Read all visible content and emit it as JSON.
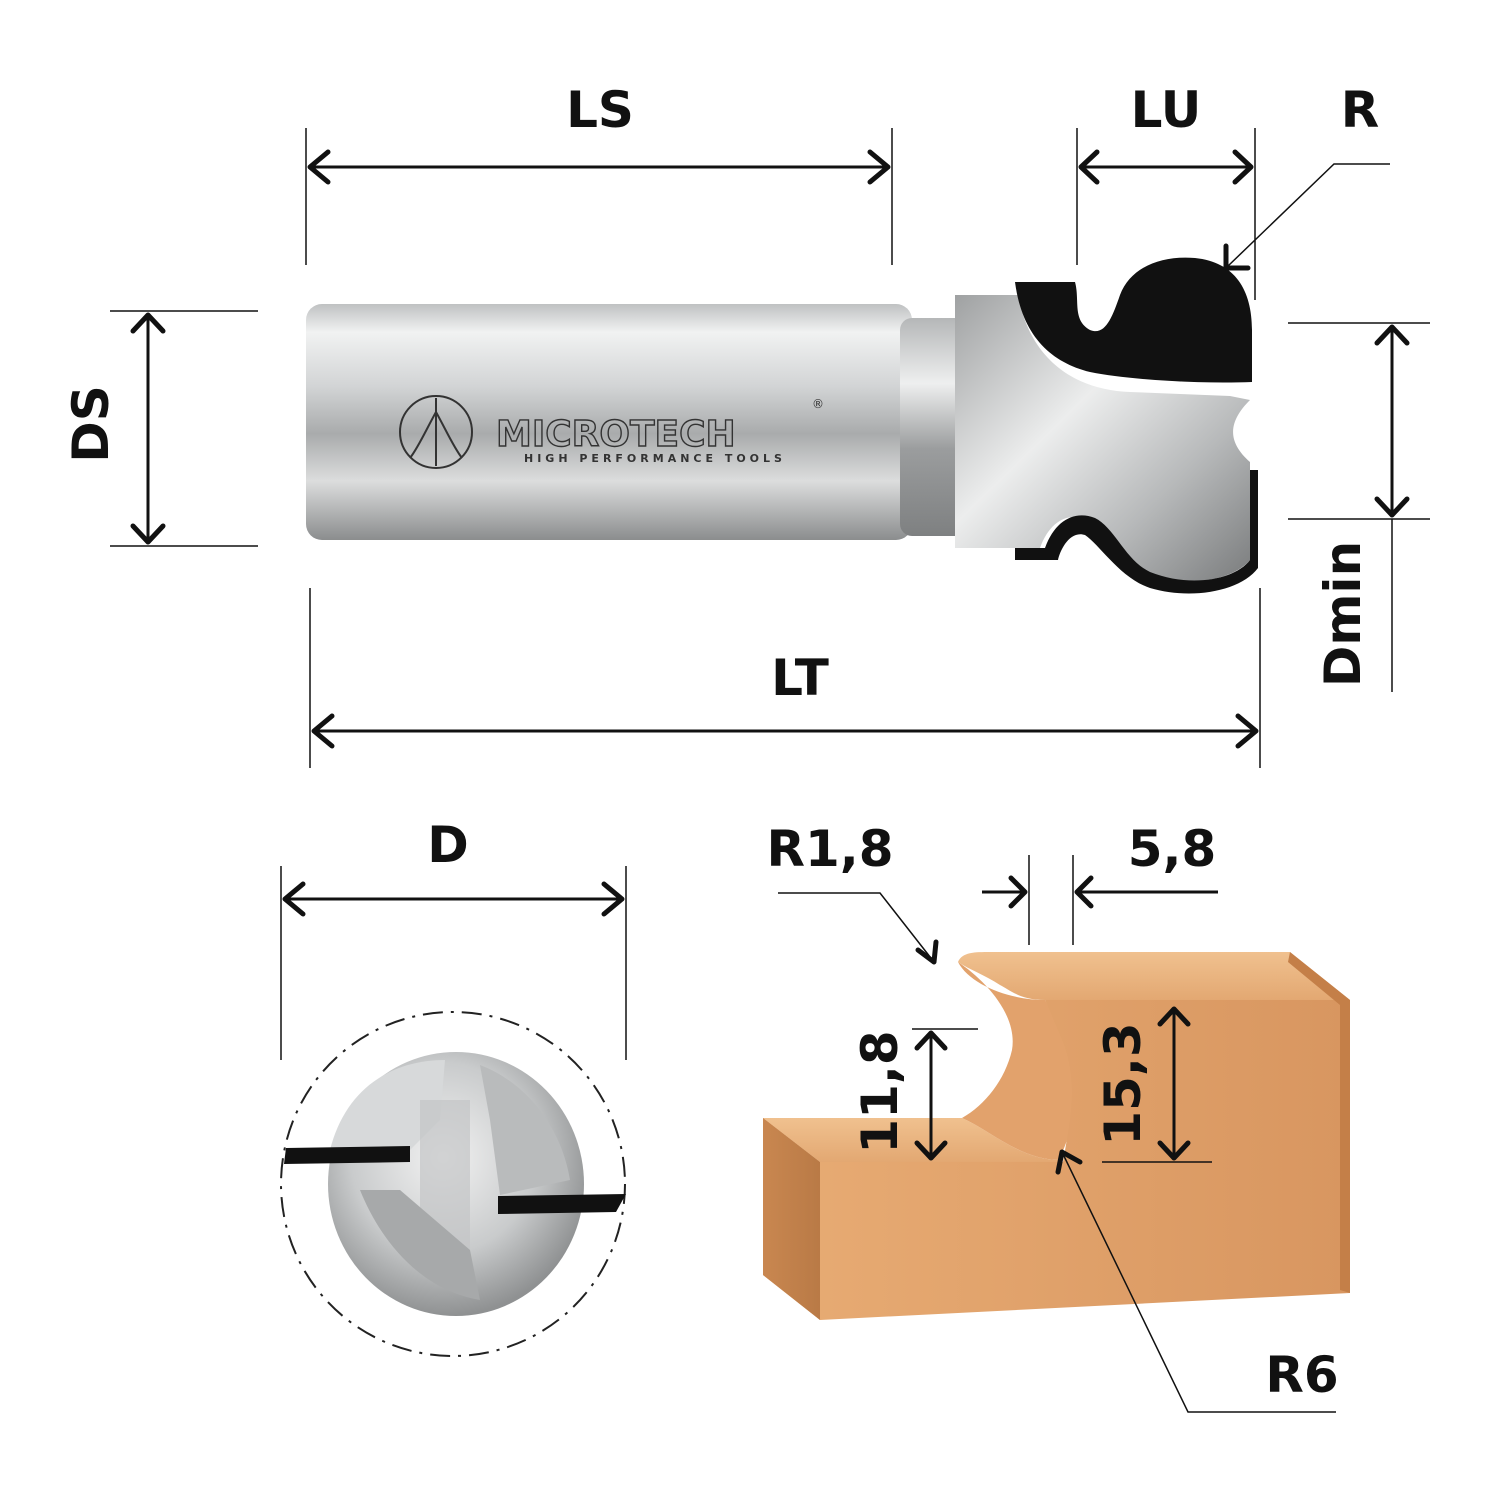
{
  "logo": {
    "brand": "MICROTECH",
    "tagline": "HIGH PERFORMANCE TOOLS",
    "registered": "®"
  },
  "dimensions": {
    "ls": "LS",
    "lu": "LU",
    "r": "R",
    "ds": "DS",
    "lt": "LT",
    "dmin": "Dmin",
    "d": "D"
  },
  "profile": {
    "r1_8": "R1,8",
    "w5_8": "5,8",
    "h11_8": "11,8",
    "h15_3": "15,3",
    "r6": "R6"
  },
  "colors": {
    "steel_light": "#e9eaea",
    "steel_dark": "#8e9091",
    "carbide_black": "#111111",
    "wood_light": "#e8b07a",
    "wood_dark": "#c9844d"
  }
}
